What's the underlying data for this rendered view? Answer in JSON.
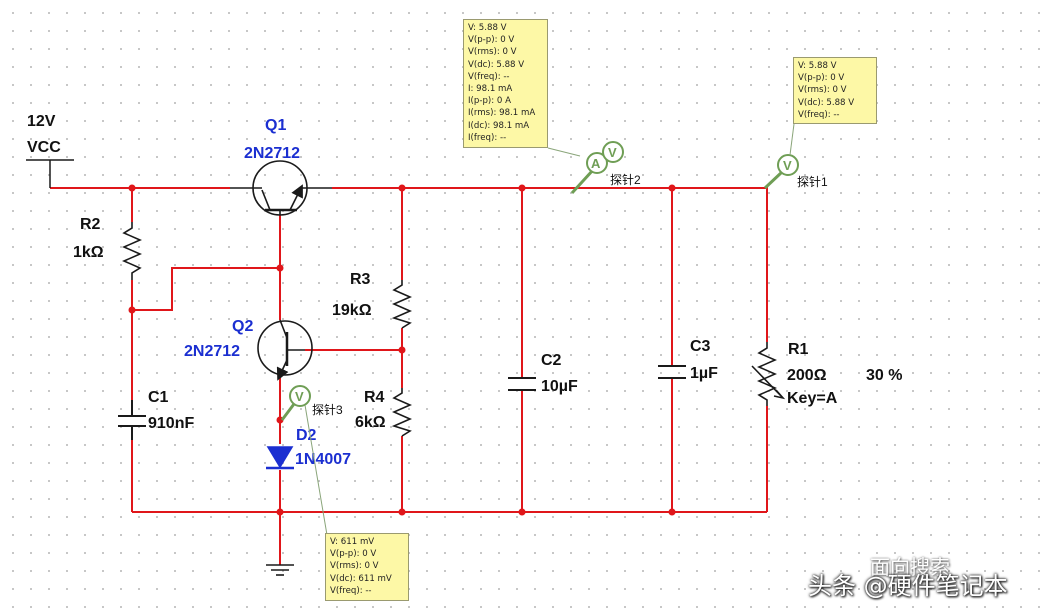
{
  "components": {
    "vcc": {
      "value": "12V",
      "name": "VCC"
    },
    "q1": {
      "ref": "Q1",
      "part": "2N2712"
    },
    "q2": {
      "ref": "Q2",
      "part": "2N2712"
    },
    "r2": {
      "ref": "R2",
      "value": "1kΩ"
    },
    "r3": {
      "ref": "R3",
      "value": "19kΩ"
    },
    "r4": {
      "ref": "R4",
      "value": "6kΩ"
    },
    "c1": {
      "ref": "C1",
      "value": "910nF"
    },
    "c2": {
      "ref": "C2",
      "value": "10µF"
    },
    "c3": {
      "ref": "C3",
      "value": "1µF"
    },
    "r1": {
      "ref": "R1",
      "value": "200Ω",
      "key": "Key=A",
      "percent": "30 %"
    },
    "d2": {
      "ref": "D2",
      "part": "1N4007"
    }
  },
  "probes": {
    "probe1": {
      "name": "探针1",
      "glyph_v": "V",
      "readings": [
        "V: 5.88 V",
        "V(p-p): 0 V",
        "V(rms): 0 V",
        "V(dc): 5.88 V",
        "V(freq): --"
      ]
    },
    "probe2": {
      "name": "探针2",
      "glyph_a": "A",
      "glyph_v": "V",
      "readings": [
        "V: 5.88 V",
        "V(p-p): 0 V",
        "V(rms): 0 V",
        "V(dc): 5.88 V",
        "V(freq): --",
        "I: 98.1 mA",
        "I(p-p): 0 A",
        "I(rms): 98.1 mA",
        "I(dc): 98.1 mA",
        "I(freq): --"
      ]
    },
    "probe3": {
      "name": "探针3",
      "glyph_v": "V",
      "readings": [
        "V: 611 mV",
        "V(p-p): 0 V",
        "V(rms): 0 V",
        "V(dc): 611 mV",
        "V(freq): --"
      ]
    }
  },
  "watermark": {
    "source": "头条 @硬件笔记本",
    "channel": "面向搜索"
  },
  "colors": {
    "wire": "#e0161a",
    "component": "#1a1a1a",
    "label_black": "#111111",
    "label_blue": "#1b2fd1",
    "probe": "#6f9e55",
    "tooltip_bg": "#fdf8a6"
  }
}
